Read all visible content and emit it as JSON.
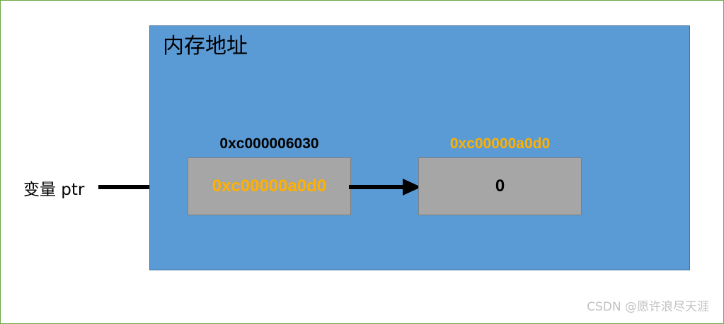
{
  "diagram": {
    "panel_title": "内存地址",
    "variable_label": "变量 ptr",
    "cells": [
      {
        "address_label": "0xc000006030",
        "address_label_color": "#000000",
        "content": "0xc00000a0d0",
        "content_color": "#ffb000"
      },
      {
        "address_label": "0xc00000a0d0",
        "address_label_color": "#ffb000",
        "content": "0",
        "content_color": "#000000"
      }
    ],
    "arrows": [
      {
        "name": "variable-to-pointer-cell"
      },
      {
        "name": "pointer-cell-to-value-cell"
      }
    ],
    "colors": {
      "panel_background": "#5b9bd5",
      "panel_border": "#41719c",
      "cell_background": "#a6a6a6",
      "cell_border": "#7f7f7f",
      "accent_orange": "#ffb000",
      "canvas_border": "#67a843",
      "watermark": "#c2c2c2"
    }
  },
  "watermark": {
    "text": "CSDN @愿许浪尽天涯"
  }
}
